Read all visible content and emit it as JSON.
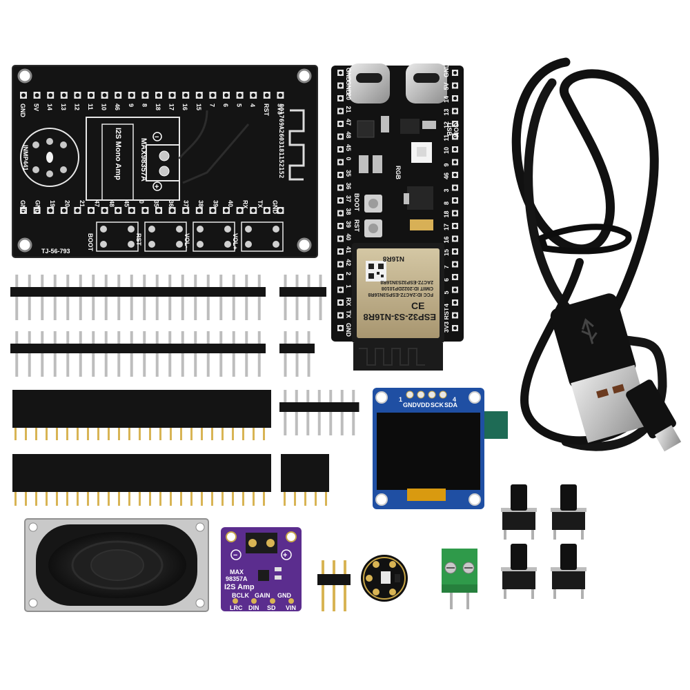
{
  "colors": {
    "background": "#ffffff",
    "pcb_black": "#141414",
    "gold": "#c9a646",
    "oled_blue": "#1f4fa3",
    "amp_purple": "#5b2d8e",
    "terminal_green": "#2f9a4a",
    "module_shield": "#b9a880"
  },
  "carrier_board": {
    "top_pin_labels": [
      "GND",
      "5V",
      "14",
      "13",
      "12",
      "11",
      "10",
      "46",
      "9",
      "8",
      "18",
      "17",
      "16",
      "15",
      "7",
      "6",
      "5",
      "4",
      "RST",
      "3V3"
    ],
    "bottom_pin_labels": [
      "GND",
      "GND",
      "19",
      "20",
      "21",
      "47",
      "48",
      "45",
      "0",
      "35",
      "36",
      "37",
      "38",
      "39",
      "40",
      "RX",
      "TX",
      "GND"
    ],
    "amp_title": "I2S Mono Amp",
    "amp_chip": "MAX98357A",
    "mic_label": "INMP441",
    "serial": "801769A2603181152152",
    "model": "TJ-56-793",
    "buttons": [
      "BOOT",
      "RST",
      "VOL-",
      "VOL+"
    ]
  },
  "dev_board": {
    "module_name": "ESP32-S3-N16R8",
    "module_sub": "N16R8",
    "fcc_lines": [
      "FCC ID:2AC7Z-ESPS3N16R8",
      "CMIIT ID:2022DP10108",
      "2AC7Z-ESP32S3N16R8"
    ],
    "labels": [
      "RGB",
      "BOOT",
      "RST",
      "USB",
      "COM"
    ],
    "left_pins": [
      "GND",
      "GND",
      "20",
      "21",
      "47",
      "48",
      "45",
      "0",
      "35",
      "36",
      "37",
      "38",
      "39",
      "40",
      "41",
      "42",
      "2",
      "1",
      "RX",
      "TX",
      "GND"
    ],
    "right_pins": [
      "GND",
      "5V",
      "14",
      "13",
      "12",
      "11",
      "10",
      "9",
      "46",
      "3",
      "8",
      "18",
      "17",
      "16",
      "15",
      "7",
      "6",
      "5",
      "4",
      "RST",
      "3V3"
    ]
  },
  "oled": {
    "pins": [
      "GND",
      "VDD",
      "SCK",
      "SDA"
    ],
    "pin_numbers": [
      "1",
      "4"
    ]
  },
  "amp_module": {
    "title_line1": "MAX",
    "title_line2": "98357A",
    "title_line3": "I2S Amp",
    "top_pins": [
      "BCLK",
      "GAIN",
      "GND"
    ],
    "bottom_pins": [
      "LRC",
      "DIN",
      "SD",
      "VIN"
    ],
    "polarity": [
      "−",
      "+"
    ]
  }
}
